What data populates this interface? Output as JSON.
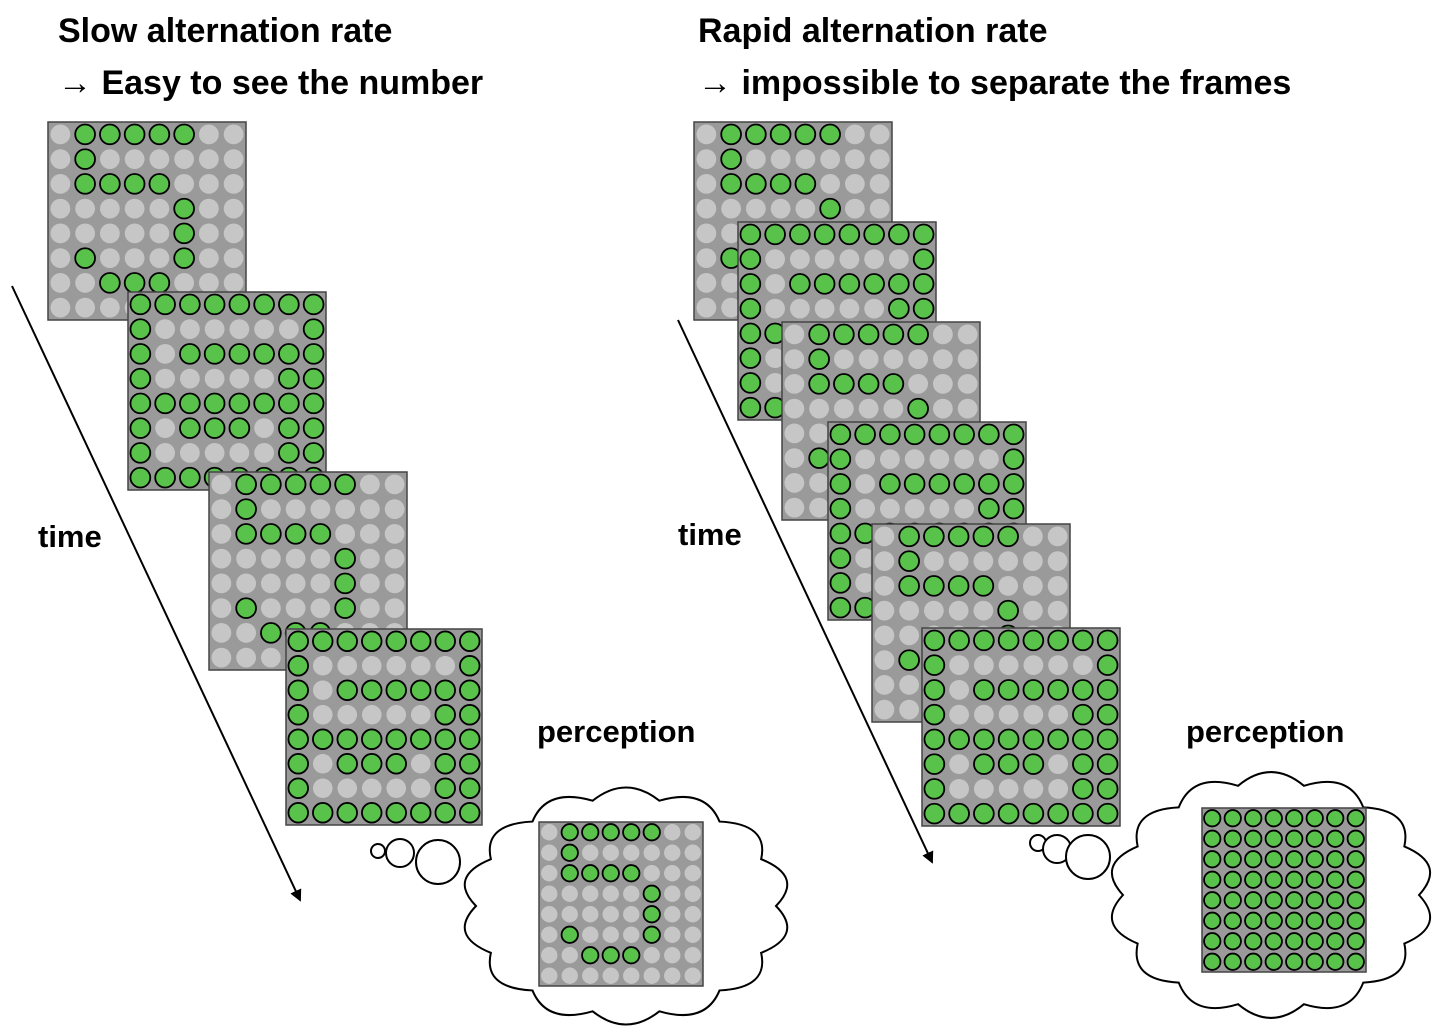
{
  "left_panel": {
    "heading_line1": "Slow alternation rate",
    "heading_line2": "→ Easy to see the number",
    "time_label": "time",
    "perception_label": "perception"
  },
  "right_panel": {
    "heading_line1": "Rapid alternation rate",
    "heading_line2": "→ impossible to separate the frames",
    "time_label": "time",
    "perception_label": "perception"
  },
  "colors": {
    "panel_fill": "#9a9a9a",
    "dot_off": "#c6c6c6",
    "dot_on": "#59c24a",
    "dot_outline": "#000000"
  },
  "patterns": {
    "digit_5": [
      "0111110",
      "0100000",
      "0111100",
      "0000010",
      "0000010",
      "0100010",
      "0011100"
    ],
    "digit_8": [
      "11111111",
      "10000001",
      "10111111",
      "10000011",
      "11111111",
      "10111011",
      "10000011",
      "11111111"
    ]
  }
}
